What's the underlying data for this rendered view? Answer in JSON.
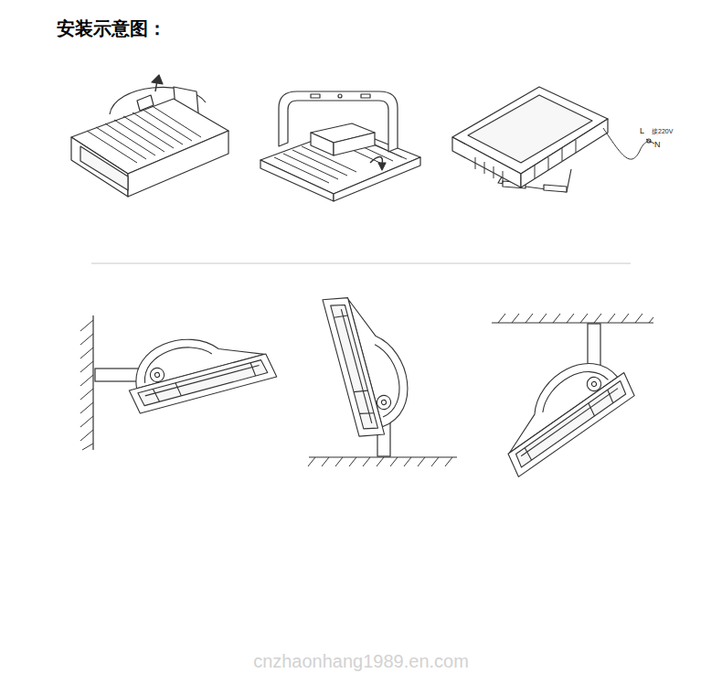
{
  "diagram": {
    "title": "安装示意图：",
    "labels": [
      "L",
      "N",
      "接220V",
      "cnzhaonhang1989.en.com"
    ]
  }
}
